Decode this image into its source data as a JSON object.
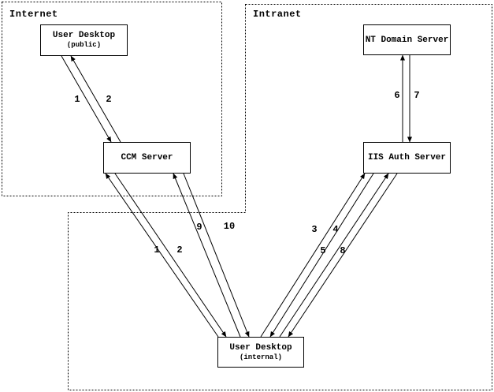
{
  "diagram": {
    "background": "#ffffff",
    "line_color": "#000000"
  },
  "regions": {
    "internet": {
      "label": "Internet"
    },
    "intranet": {
      "label": "Intranet"
    }
  },
  "nodes": {
    "user_desktop_public": {
      "title": "User Desktop",
      "subtitle": "(public)"
    },
    "ccm_server": {
      "title": "CCM Server"
    },
    "nt_domain_server": {
      "title": "NT Domain Server"
    },
    "iis_auth_server": {
      "title": "IIS Auth Server"
    },
    "user_desktop_internal": {
      "title": "User Desktop",
      "subtitle": "(internal)"
    }
  },
  "steps": {
    "s1_public": "1",
    "s2_public": "2",
    "s1_internal": "1",
    "s2_internal": "2",
    "s3": "3",
    "s4": "4",
    "s5": "5",
    "s6": "6",
    "s7": "7",
    "s8": "8",
    "s9": "9",
    "s10": "10"
  },
  "edges": [
    {
      "step": "1",
      "from": "user_desktop_public",
      "to": "ccm_server"
    },
    {
      "step": "2",
      "from": "ccm_server",
      "to": "user_desktop_public"
    },
    {
      "step": "1",
      "from": "user_desktop_internal",
      "to": "ccm_server"
    },
    {
      "step": "2",
      "from": "ccm_server",
      "to": "user_desktop_internal"
    },
    {
      "step": "3",
      "from": "user_desktop_internal",
      "to": "iis_auth_server"
    },
    {
      "step": "4",
      "from": "iis_auth_server",
      "to": "user_desktop_internal"
    },
    {
      "step": "5",
      "from": "user_desktop_internal",
      "to": "iis_auth_server"
    },
    {
      "step": "6",
      "from": "iis_auth_server",
      "to": "nt_domain_server"
    },
    {
      "step": "7",
      "from": "nt_domain_server",
      "to": "iis_auth_server"
    },
    {
      "step": "8",
      "from": "iis_auth_server",
      "to": "user_desktop_internal"
    },
    {
      "step": "9",
      "from": "user_desktop_internal",
      "to": "ccm_server"
    },
    {
      "step": "10",
      "from": "ccm_server",
      "to": "user_desktop_internal"
    }
  ]
}
